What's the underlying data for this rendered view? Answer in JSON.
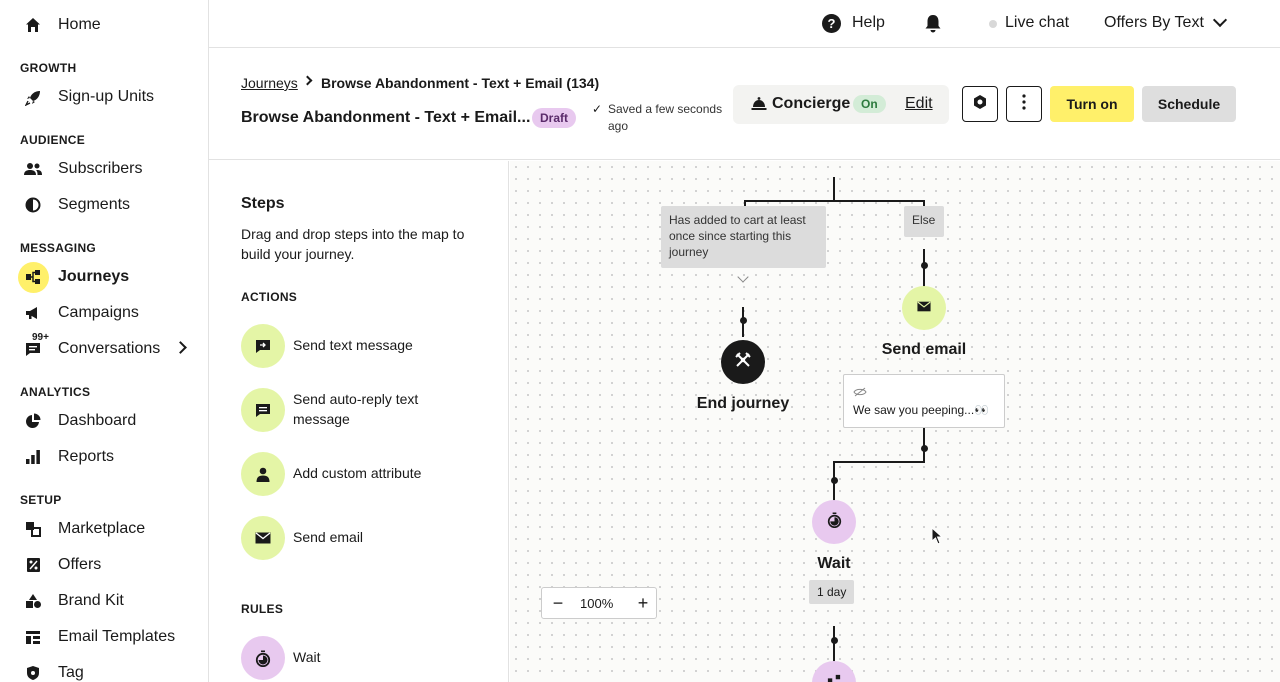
{
  "sidebar": {
    "home": "Home",
    "sections": {
      "growth": "GROWTH",
      "audience": "AUDIENCE",
      "messaging": "MESSAGING",
      "analytics": "ANALYTICS",
      "setup": "SETUP"
    },
    "items": {
      "signup_units": "Sign-up Units",
      "subscribers": "Subscribers",
      "segments": "Segments",
      "journeys": "Journeys",
      "campaigns": "Campaigns",
      "conversations": "Conversations",
      "conversations_badge": "99+",
      "dashboard": "Dashboard",
      "reports": "Reports",
      "marketplace": "Marketplace",
      "offers": "Offers",
      "brand_kit": "Brand Kit",
      "email_templates": "Email Templates",
      "tag": "Tag"
    },
    "active_item": "Journeys",
    "accent_color": "#fff06a"
  },
  "topbar": {
    "help": "Help",
    "live_chat": "Live chat",
    "account": "Offers By Text"
  },
  "journey_header": {
    "breadcrumb_root": "Journeys",
    "breadcrumb_current": "Browse Abandonment - Text + Email (134)",
    "title": "Browse Abandonment - Text + Email...",
    "status_badge": "Draft",
    "saved_status": "Saved a few seconds ago",
    "concierge_label": "Concierge",
    "concierge_state": "On",
    "concierge_edit": "Edit",
    "turn_on": "Turn on",
    "schedule": "Schedule"
  },
  "steps_panel": {
    "title": "Steps",
    "description": "Drag and drop steps into the map to build your journey.",
    "actions_heading": "ACTIONS",
    "actions": [
      "Send text message",
      "Send auto-reply text message",
      "Add custom attribute",
      "Send email"
    ],
    "rules_heading": "RULES",
    "rules": [
      "Wait"
    ]
  },
  "canvas": {
    "condition_yes": "Has added to cart at least once since starting this journey",
    "condition_else": "Else",
    "end_journey": "End journey",
    "send_email": "Send email",
    "email_subject": "We saw you peeping...👀",
    "wait": "Wait",
    "wait_duration": "1 day",
    "zoom_level": "100%"
  }
}
